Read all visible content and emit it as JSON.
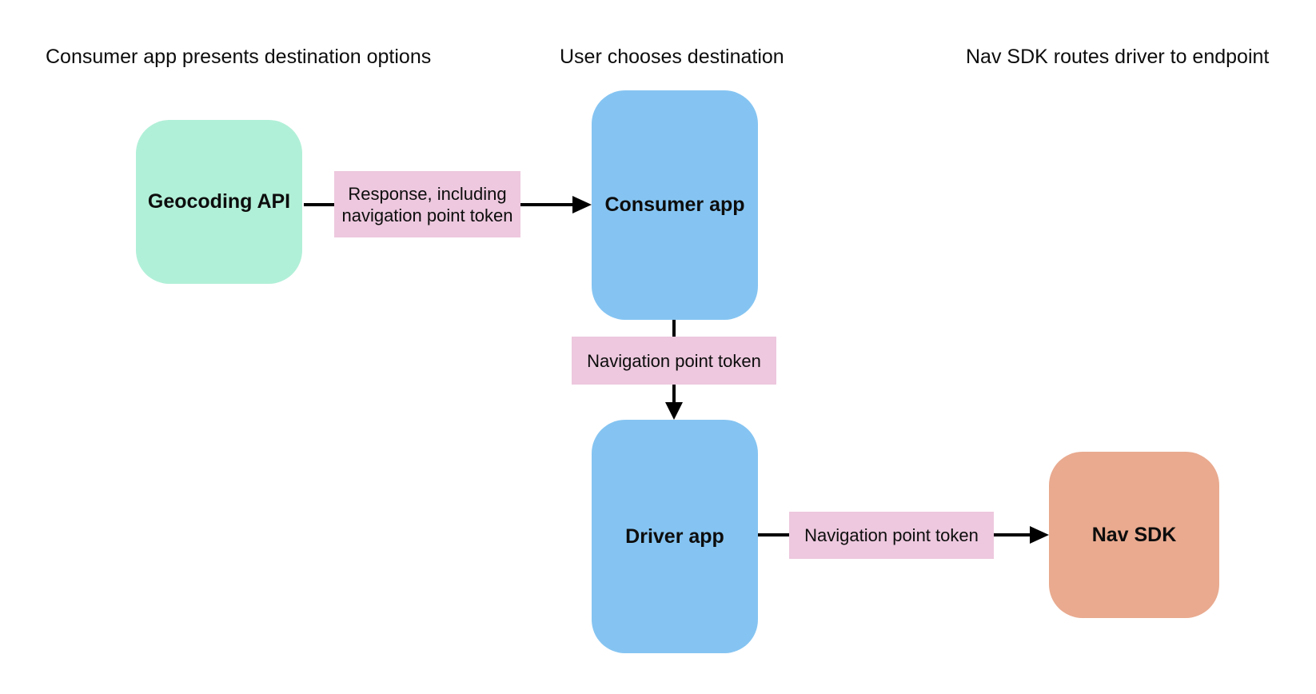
{
  "headers": [
    "Consumer app presents destination options",
    "User chooses destination",
    "Nav SDK routes driver to endpoint"
  ],
  "nodes": {
    "geocoding_api": {
      "label": "Geocoding API",
      "fill": "#b1f0d8"
    },
    "consumer_app": {
      "label": "Consumer app",
      "fill": "#85c4f2"
    },
    "driver_app": {
      "label": "Driver app",
      "fill": "#85c4f2"
    },
    "nav_sdk": {
      "label": "Nav SDK",
      "fill": "#e9aa8f"
    }
  },
  "edges": {
    "geocoding_to_consumer": {
      "label": "Response, including navigation point token",
      "fill": "#edc8de"
    },
    "consumer_to_driver": {
      "label": "Navigation point token",
      "fill": "#edc8de"
    },
    "driver_to_nav_sdk": {
      "label": "Navigation point token",
      "fill": "#edc8de"
    }
  },
  "colors": {
    "background": "#ffffff",
    "arrow": "#000000",
    "text": "#000000"
  }
}
